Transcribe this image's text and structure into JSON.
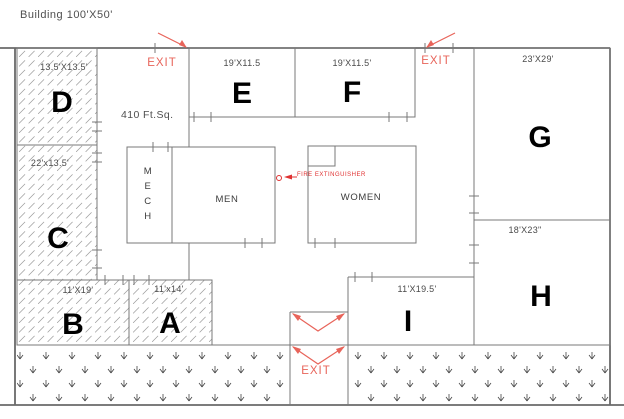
{
  "title": "Building 100'X50'",
  "area_note": "410 Ft.Sq.",
  "rooms": [
    {
      "label": "A",
      "dim": "11'x14'"
    },
    {
      "label": "B",
      "dim": "11'X19'"
    },
    {
      "label": "C",
      "dim": "22'x13.5'"
    },
    {
      "label": "D",
      "dim": "13.5'X13.5'"
    },
    {
      "label": "E",
      "dim": "19'X11.5"
    },
    {
      "label": "F",
      "dim": "19'X11.5'"
    },
    {
      "label": "G",
      "dim": "23'X29'"
    },
    {
      "label": "H",
      "dim": "18'X23\""
    },
    {
      "label": "I",
      "dim": "11'X19.5'"
    }
  ],
  "facilities": {
    "mech_letters": [
      "M",
      "E",
      "C",
      "H"
    ],
    "men": "MEN",
    "women": "WOMEN"
  },
  "fire_extinguisher": {
    "label": "FIRE EXTINGUISHER"
  },
  "exits": {
    "top_left": {
      "label": "EXIT"
    },
    "top_right": {
      "label": "EXIT"
    },
    "bottom": {
      "label": "EXIT"
    }
  },
  "colors": {
    "wall": "#6a6a6a",
    "hatch": "#9a9a9a",
    "exit_red": "#e8645a",
    "fire_red": "#e03232",
    "room_label": "#000000",
    "dim_text": "#4a4a4a"
  }
}
